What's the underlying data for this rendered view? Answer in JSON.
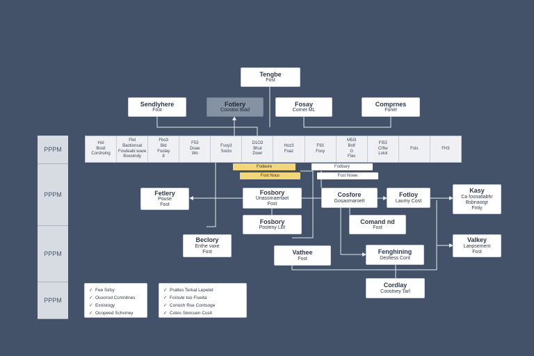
{
  "lanes": [
    "PPPM",
    "PPPM",
    "PPPM",
    "PPPM"
  ],
  "top": {
    "title": "Tengbe",
    "sub": "Fost"
  },
  "level1": [
    {
      "title": "Sendlyhere",
      "sub": "Fost"
    },
    {
      "title": "Fotlery",
      "sub": "Coostoo Biad"
    },
    {
      "title": "Fosay",
      "sub": "Cornet ML"
    },
    {
      "title": "Comprnes",
      "sub": "Fonel"
    }
  ],
  "band": [
    [
      "Hol",
      "Bosli",
      "Corshoing"
    ],
    [
      "Flid",
      "Baotionsal",
      "Fosdeabi wave",
      "Bswoindy"
    ],
    [
      "Fbo3",
      "Bid",
      "Foolay",
      "8"
    ],
    [
      "F53",
      "Doae",
      "Wo"
    ],
    [
      "Fsoy3",
      "Socto"
    ],
    [
      "D1O3",
      "Bhut",
      "Dowr"
    ],
    [
      "Hoz3",
      "Foaz"
    ],
    [
      "F93",
      "Fosy"
    ],
    [
      "M5I3",
      "Bnif",
      "G",
      "Flav"
    ],
    [
      "FI53",
      "Crfiw",
      "Lotol"
    ],
    [
      "Fols"
    ],
    [
      "FH3"
    ]
  ],
  "tags": {
    "y1": "Fodaure",
    "y2": "Fost Nous",
    "w1": "Fodbary",
    "w2": "Fost Nowe"
  },
  "nodes": {
    "n1": {
      "title": "Fetlery",
      "sub": "Pouse",
      "sub2": "Fost"
    },
    "n2": {
      "title": "Fosbory",
      "sub": "Unassmaertaot",
      "sub2": "Fost"
    },
    "n3": {
      "title": "Cosfore",
      "sub": "Gosaomaroelt"
    },
    "n4": {
      "title": "Fotloy",
      "sub": "Laumy Cost"
    },
    "n5": {
      "title": "Kasy",
      "sub": "Ca fosnatlabhr",
      "sub2": "Bsbnaorgr",
      "sub3": "Fntiy"
    },
    "n6": {
      "title": "Fosbory",
      "sub": "Posteny LBI"
    },
    "n7": {
      "title": "Comand nd",
      "sub": "Fost"
    },
    "n8": {
      "title": "Beclory",
      "sub": "Enthe vaxe",
      "sub2": "Fost"
    },
    "n9": {
      "title": "Vathee",
      "sub": "Fost"
    },
    "n10": {
      "title": "Fenghining",
      "sub": "Desfiess Cont"
    },
    "n11": {
      "title": "Valkey",
      "sub": "Lanpsement",
      "sub2": "Fost"
    },
    "n12": {
      "title": "Cordlay",
      "sub": "Coostney Tarl"
    }
  },
  "checklists": [
    [
      "Fee Sirby",
      "Ouxorod Ccmnitnes",
      "Exnistogy",
      "Ocopeed Schviney"
    ],
    [
      "Pratles Terkal Lepetet",
      "Forovle too Fiseita",
      "Conoch Rse Contsoge",
      "Cotes Seocuen Cusit"
    ]
  ],
  "colors": {
    "background": "#435269",
    "accent_tag": "#f3d57c",
    "node": "#ffffff",
    "highlight_node": "#8592a4"
  }
}
